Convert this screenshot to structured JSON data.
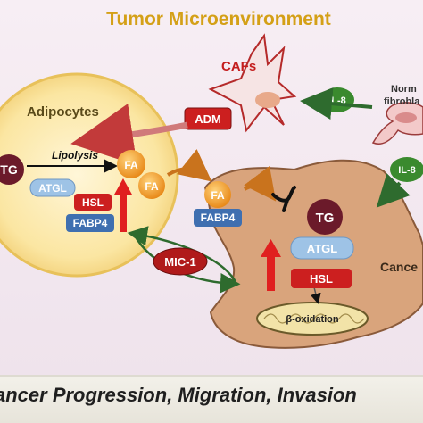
{
  "title": "Tumor Microenvironment",
  "footer": "ancer Progression, Migration, Invasion",
  "labels": {
    "cafs": "CAFs",
    "normal_fibroblast_line1": "Norm",
    "normal_fibroblast_line2": "fibrobla",
    "adipocytes": "Adipocytes",
    "cancer": "Cance",
    "lipolysis": "Lipolysis",
    "beta_oxidation": "β-oxidation"
  },
  "molecules": {
    "adm": "ADM",
    "il8_top": "IL-8",
    "il8_right": "IL-8",
    "tg_adipocyte": "TG",
    "atgl_adipocyte": "ATGL",
    "hsl_adipocyte": "HSL",
    "fabp4_adipocyte": "FABP4",
    "fa_1": "FA",
    "fa_2": "FA",
    "fa_transit": "FA",
    "fabp4_transit": "FABP4",
    "mic1": "MIC-1",
    "tg_cancer": "TG",
    "atgl_cancer": "ATGL",
    "hsl_cancer": "HSL"
  },
  "colors": {
    "title_gold": "#d4a017",
    "adm_red": "#cc1f1f",
    "il8_green": "#3a8a2e",
    "fa_orange": "#f2a32b",
    "fabp4_blue": "#3f6fb0",
    "atgl_lightblue": "#9ec3e6",
    "tg_maroon": "#6b1a2a",
    "adipocyte_fill": "#fbe6a2",
    "cancer_fill": "#d9a47c",
    "mic1_red": "#b01a1a"
  }
}
